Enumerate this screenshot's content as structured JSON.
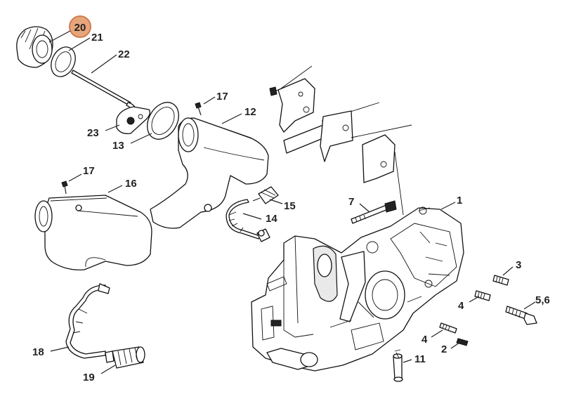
{
  "highlight": {
    "label": "20",
    "color": "#e7a57b",
    "border": "#cf7d4f"
  },
  "callouts": {
    "c21": "21",
    "c22": "22",
    "c17a": "17",
    "c12": "12",
    "c23": "23",
    "c13": "13",
    "c17b": "17",
    "c16": "16",
    "c15": "15",
    "c14": "14",
    "c7": "7",
    "c1": "1",
    "c3": "3",
    "c4a": "4",
    "c56": "5,6",
    "c4b": "4",
    "c2": "2",
    "c11": "11",
    "c18": "18",
    "c19": "19"
  }
}
